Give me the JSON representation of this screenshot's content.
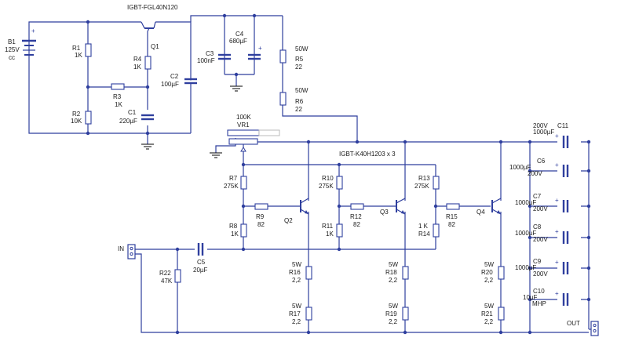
{
  "labels": {
    "b1_name": "B1",
    "b1_value": "125V",
    "b1_unit": "cc",
    "q1_part": "IGBT-FGL40N120",
    "q1_name": "Q1",
    "r1_name": "R1",
    "r1_value": "1K",
    "r2_name": "R2",
    "r2_value": "10K",
    "r3_name": "R3",
    "r3_value": "1K",
    "r4_name": "R4",
    "r4_value": "1K",
    "c1_name": "C1",
    "c1_value": "220µF",
    "c2_name": "C2",
    "c2_value": "100µF",
    "c3_name": "C3",
    "c3_value": "100nF",
    "c4_name": "C4",
    "c4_value": "680µF",
    "r5_power": "50W",
    "r5_name": "R5",
    "r5_value": "22",
    "r6_power": "50W",
    "r6_name": "R6",
    "r6_value": "22",
    "vr1_value": "100K",
    "vr1_name": "VR1",
    "q234_part": "IGBT-K40H1203  x 3",
    "r7_name": "R7",
    "r7_value": "275K",
    "r8_name": "R8",
    "r8_value": "1K",
    "r9_name": "R9",
    "r9_value": "82",
    "q2_name": "Q2",
    "r10_name": "R10",
    "r10_value": "275K",
    "r11_name": "R11",
    "r11_value": "1K",
    "r12_name": "R12",
    "r12_value": "82",
    "q3_name": "Q3",
    "r13_name": "R13",
    "r13_value": "275K",
    "r14_value": "1 K",
    "r14_name": "R14",
    "r15_name": "R15",
    "r15_value": "82",
    "q4_name": "Q4",
    "in_label": "IN",
    "r22_name": "R22",
    "r22_value": "47K",
    "c5_name": "C5",
    "c5_value": "20µF",
    "r16_power": "5W",
    "r16_name": "R16",
    "r16_value": "2,2",
    "r17_power": "5W",
    "r17_name": "R17",
    "r17_value": "2,2",
    "r18_power": "5W",
    "r18_name": "R18",
    "r18_value": "2,2",
    "r19_power": "5W",
    "r19_name": "R19",
    "r19_value": "2,2",
    "r20_power": "5W",
    "r20_name": "R20",
    "r20_value": "2,2",
    "r21_power": "5W",
    "r21_name": "R21",
    "r21_value": "2,2",
    "c11_voltage": "200V",
    "c11_value": "1000µF",
    "c11_name": "C11",
    "c6_name": "C6",
    "c6_value": "1000µF",
    "c6_voltage": "200V",
    "c7_name": "C7",
    "c7_value": "1000µF",
    "c7_voltage": "200V",
    "c8_name": "C8",
    "c8_value": "1000µF",
    "c8_voltage": "200V",
    "c9_name": "C9",
    "c9_value": "1000µF",
    "c9_voltage": "200V",
    "c10_name": "C10",
    "c10_value": "10µF",
    "c10_type": "MHP",
    "out_label": "OUT",
    "plus": "+"
  },
  "colors": {
    "wire": "#2f3f9e",
    "text": "#1a1a1a",
    "background": "#ffffff"
  }
}
